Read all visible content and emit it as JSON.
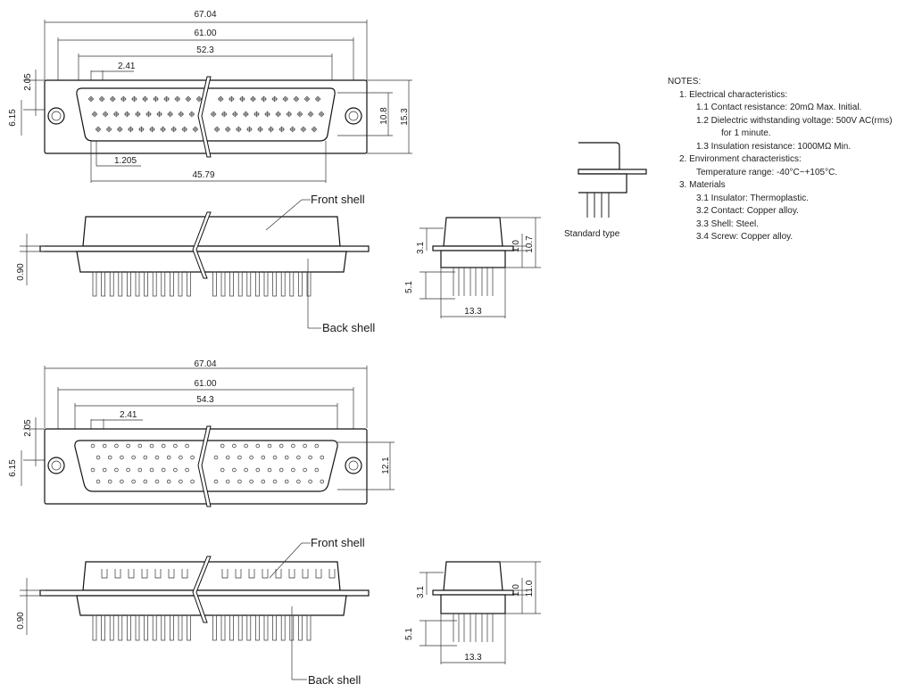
{
  "view1": {
    "dim_overall": "67.04",
    "dim_holes": "61.00",
    "dim_shell": "52.3",
    "dim_pitch": "2.41",
    "dim_top_left": "2.05",
    "dim_left_height": "6.15",
    "dim_height_inner": "10.8",
    "dim_height_outer": "15.3",
    "dim_offset": "1.205",
    "dim_row": "45.79"
  },
  "view2": {
    "label_front": "Front shell",
    "label_back": "Back shell",
    "dim_flange": "0.90",
    "side_dim_31": "3.1",
    "side_dim_10": "1.0",
    "side_dim_107": "10.7",
    "side_dim_51": "5.1",
    "side_dim_133": "13.3"
  },
  "standard": {
    "label": "Standard type"
  },
  "view3": {
    "dim_overall": "67.04",
    "dim_holes": "61.00",
    "dim_shell": "54.3",
    "dim_pitch": "2.41",
    "dim_top_left": "2.05",
    "dim_left_height": "6.15",
    "dim_height": "12.1"
  },
  "view4": {
    "label_front": "Front shell",
    "label_back": "Back shell",
    "dim_flange": "0.90",
    "side_dim_31": "3.1",
    "side_dim_10": "1.0",
    "side_dim_110": "11.0",
    "side_dim_51": "5.1",
    "side_dim_133": "13.3"
  },
  "notes": {
    "title": "NOTES:",
    "n1": "1. Electrical characteristics:",
    "n1_1": "1.1 Contact resistance: 20mΩ Max. Initial.",
    "n1_2": "1.2 Dielectric withstanding voltage: 500V AC(rms)",
    "n1_2b": "for 1 minute.",
    "n1_3": "1.3 Insulation resistance: 1000MΩ Min.",
    "n2": "2. Environment characteristics:",
    "n2_1": "Temperature range: -40°C~+105°C.",
    "n3": "3. Materials",
    "n3_1": "3.1 Insulator: Thermoplastic.",
    "n3_2": "3.2 Contact: Copper alloy.",
    "n3_3": "3.3 Shell: Steel.",
    "n3_4": "3.4 Screw: Copper alloy."
  }
}
